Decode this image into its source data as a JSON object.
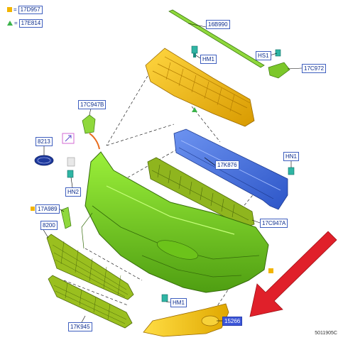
{
  "legend": [
    {
      "symbol": "square",
      "color": "#f2b400",
      "code": "17D957"
    },
    {
      "symbol": "triangle",
      "color": "#3bb34a",
      "code": "17E814"
    }
  ],
  "callouts": {
    "c_16b990": "16B990",
    "c_hm1_top": "HM1",
    "c_hs1": "HS1",
    "c_17c972": "17C972",
    "c_17c947b": "17C947B",
    "c_8213": "8213",
    "c_hn2": "HN2",
    "c_17k876": "17K876",
    "c_hn1": "HN1",
    "c_17a989": "17A989",
    "c_17c947a": "17C947A",
    "c_8200": "8200",
    "c_hm1_bottom": "HM1",
    "c_17k945": "17K945",
    "c_15266": "15266"
  },
  "reference_code": "5011905C",
  "colors": {
    "bumper": "#7ed321",
    "bumper_shade": "#4f9e12",
    "reinforcement": "#f0b000",
    "beam": "#3d6fe0",
    "absorber": "#8fb51e",
    "grille": "#9abf1f",
    "fog_bezel": "#f5c400",
    "arrow": "#e0202a",
    "leader": "#000000"
  }
}
